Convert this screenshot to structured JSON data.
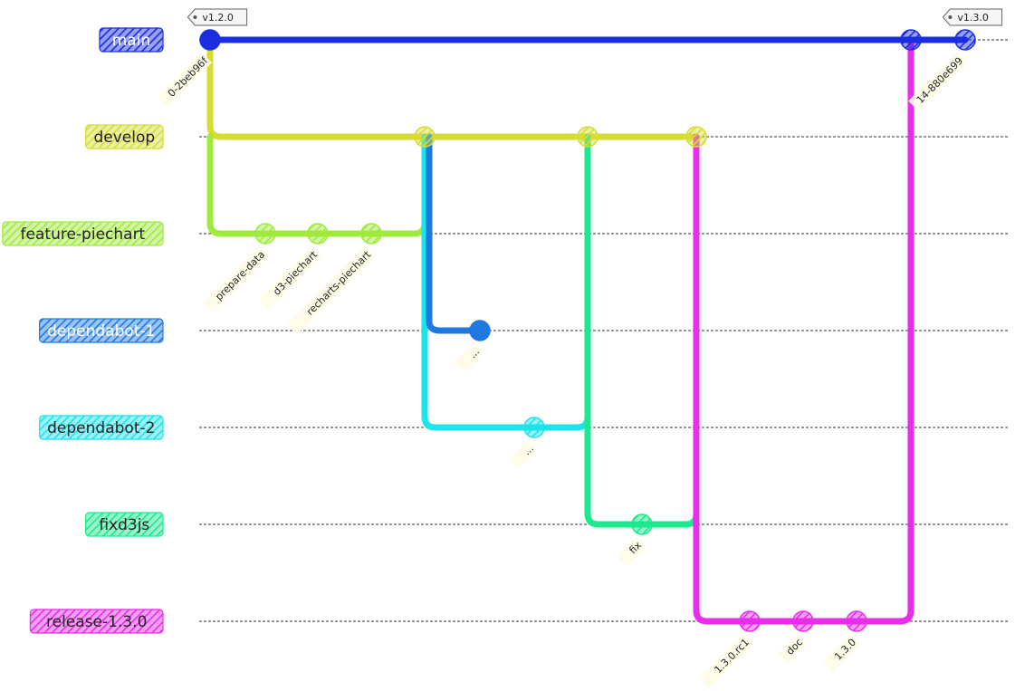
{
  "branches": [
    {
      "id": "main",
      "label": "main",
      "color": "#1a2ee0",
      "text_color": "#ffffff"
    },
    {
      "id": "develop",
      "label": "develop",
      "color": "#d7dc34",
      "text_color": "#222222"
    },
    {
      "id": "feature-piechart",
      "label": "feature-piechart",
      "color": "#a0ea3c",
      "text_color": "#222222"
    },
    {
      "id": "dependabot-1",
      "label": "dependabot-1",
      "color": "#1f7ae0",
      "text_color": "#ffffff"
    },
    {
      "id": "dependabot-2",
      "label": "dependabot-2",
      "color": "#1de3ea",
      "text_color": "#222222"
    },
    {
      "id": "fixd3js",
      "label": "fixd3js",
      "color": "#1ee88d",
      "text_color": "#222222"
    },
    {
      "id": "release-1.3.0",
      "label": "release-1.3.0",
      "color": "#e82ee8",
      "text_color": "#222222"
    }
  ],
  "commits": [
    {
      "id": "c0",
      "branch": "main",
      "label": "0-2beb96f",
      "tag": "v1.2.0"
    },
    {
      "id": "c1",
      "branch": "feature-piechart",
      "label": "prepare-data"
    },
    {
      "id": "c2",
      "branch": "feature-piechart",
      "label": "d3-piechart"
    },
    {
      "id": "c3",
      "branch": "feature-piechart",
      "label": "recharts-piechart"
    },
    {
      "id": "c4",
      "branch": "develop",
      "label": ""
    },
    {
      "id": "c5",
      "branch": "dependabot-1",
      "label": "..."
    },
    {
      "id": "c6",
      "branch": "dependabot-2",
      "label": "..."
    },
    {
      "id": "c7",
      "branch": "develop",
      "label": ""
    },
    {
      "id": "c8",
      "branch": "fixd3js",
      "label": "fix"
    },
    {
      "id": "c9",
      "branch": "develop",
      "label": ""
    },
    {
      "id": "c10",
      "branch": "release-1.3.0",
      "label": "1.3.0.rc1"
    },
    {
      "id": "c11",
      "branch": "release-1.3.0",
      "label": "doc"
    },
    {
      "id": "c12",
      "branch": "release-1.3.0",
      "label": "1.3.0"
    },
    {
      "id": "c13",
      "branch": "main",
      "label": ""
    },
    {
      "id": "c14",
      "branch": "main",
      "label": "14-880e699",
      "tag": "v1.3.0"
    }
  ]
}
